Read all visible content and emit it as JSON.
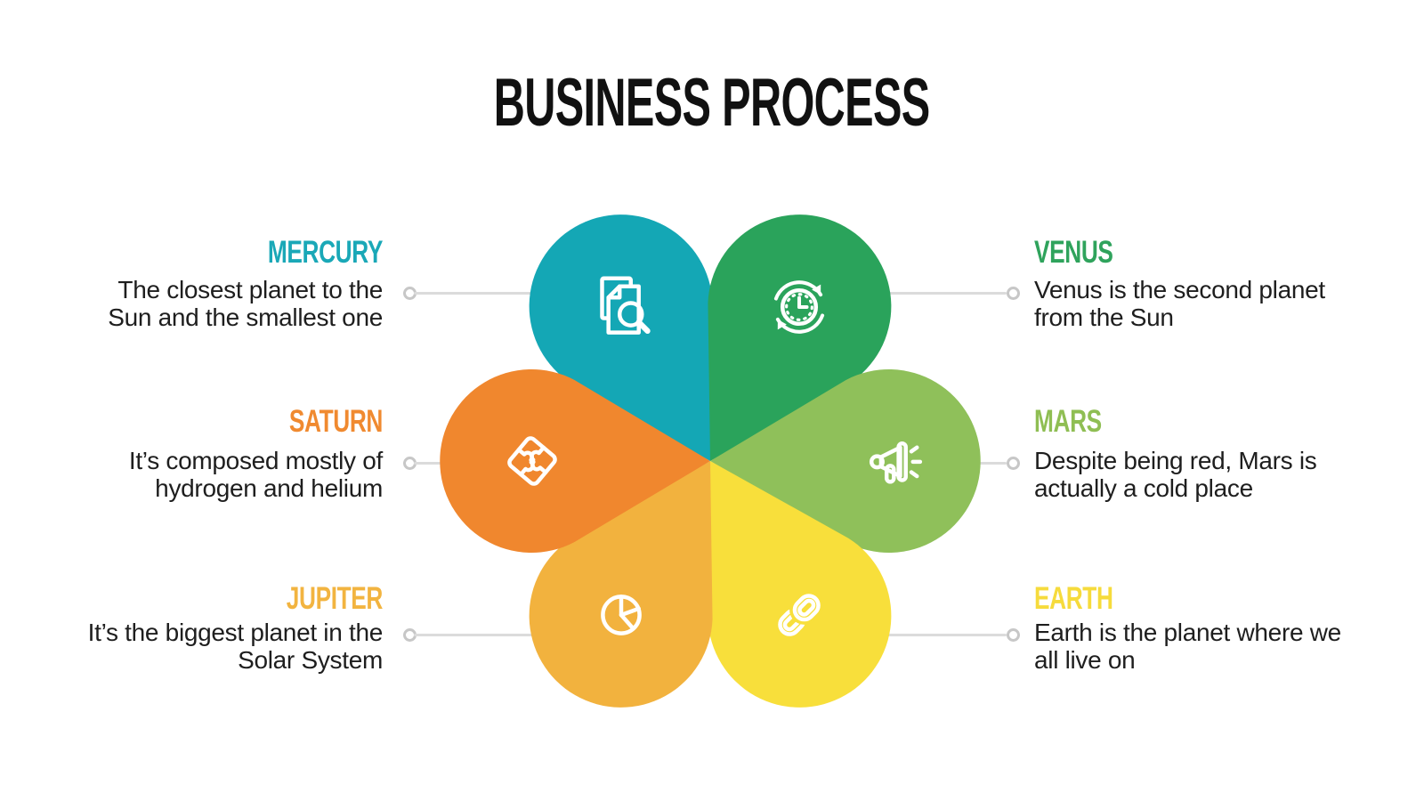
{
  "slide_title": "BUSINESS PROCESS",
  "colors": {
    "background": "#ffffff",
    "text": "#1e1e1e",
    "connector_line": "#dbdbdb",
    "connector_dot": "#c7c7c7"
  },
  "items": [
    {
      "id": "mercury",
      "label": "MERCURY",
      "title_color": "#1AA8B7",
      "petal_color": "#14A7B5",
      "icon": "document-search-icon",
      "side": "left",
      "desc_lines": [
        "The closest planet to the",
        "Sun and the smallest one"
      ]
    },
    {
      "id": "venus",
      "label": "VENUS",
      "title_color": "#2FA35C",
      "petal_color": "#2AA35B",
      "icon": "clock-refresh-icon",
      "side": "right",
      "desc_lines": [
        "Venus is the second planet",
        "from the Sun"
      ]
    },
    {
      "id": "saturn",
      "label": "SATURN",
      "title_color": "#F08A30",
      "petal_color": "#F0872E",
      "icon": "puzzle-icon",
      "side": "left",
      "desc_lines": [
        "It’s composed mostly of",
        "hydrogen and helium"
      ]
    },
    {
      "id": "mars",
      "label": "MARS",
      "title_color": "#8FBE53",
      "petal_color": "#8FC05A",
      "icon": "megaphone-icon",
      "side": "right",
      "desc_lines": [
        "Despite being red, Mars is",
        "actually a cold place"
      ]
    },
    {
      "id": "jupiter",
      "label": "JUPITER",
      "title_color": "#F2B440",
      "petal_color": "#F2B23E",
      "icon": "pie-chart-icon",
      "side": "left",
      "desc_lines": [
        "It’s the biggest planet in the",
        "Solar System"
      ]
    },
    {
      "id": "earth",
      "label": "EARTH",
      "title_color": "#F6DB3C",
      "petal_color": "#F8DF3B",
      "icon": "chain-link-icon",
      "side": "right",
      "desc_lines": [
        "Earth is the planet where we",
        "all live on"
      ]
    }
  ]
}
